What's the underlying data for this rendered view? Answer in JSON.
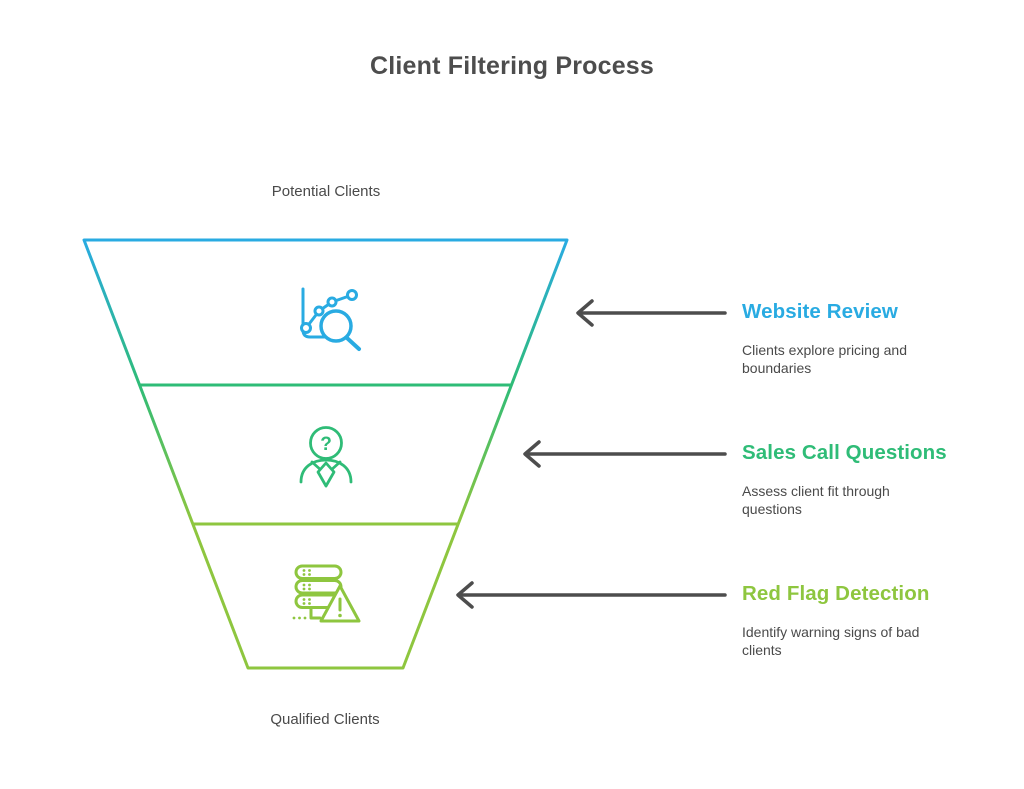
{
  "title": "Client Filtering Process",
  "funnel": {
    "top_label": "Potential Clients",
    "bottom_label": "Qualified Clients",
    "sections": [
      {
        "icon": "chart-search-icon",
        "color": "#29abe2"
      },
      {
        "icon": "person-question-icon",
        "color": "#2fbc77"
      },
      {
        "icon": "server-warning-icon",
        "color": "#8ec63f"
      }
    ]
  },
  "stages": [
    {
      "heading": "Website Review",
      "description": "Clients explore pricing and boundaries",
      "color": "#29abe2"
    },
    {
      "heading": "Sales Call Questions",
      "description": "Assess client fit through questions",
      "color": "#2fbc77"
    },
    {
      "heading": "Red Flag Detection",
      "description": "Identify warning signs of bad clients",
      "color": "#8ec63f"
    }
  ],
  "glyphs": {
    "question_mark": "?"
  },
  "colors": {
    "blue": "#29abe2",
    "green": "#2fbc77",
    "olive": "#8ec63f",
    "arrow": "#4d4d4d",
    "title_text": "#4d4d4d",
    "body_text": "#4a4a4a",
    "background": "#ffffff"
  }
}
